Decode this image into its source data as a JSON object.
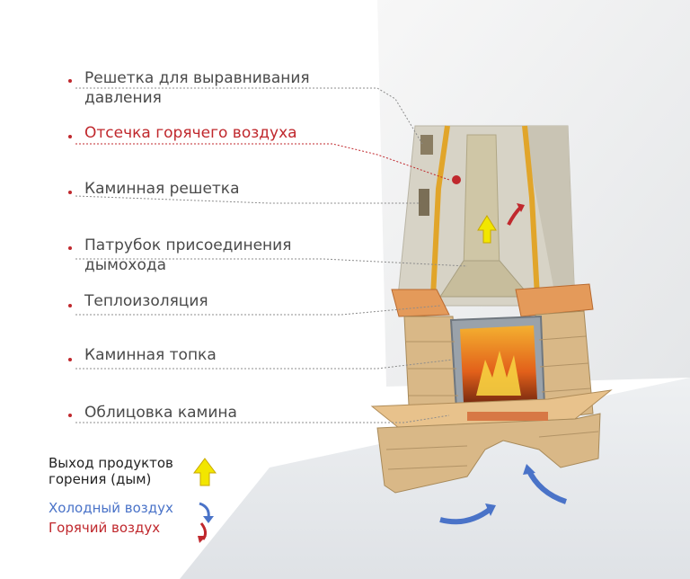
{
  "labels": [
    {
      "line1": "Решетка для выравнивания",
      "line2": "давления"
    },
    {
      "line1": "Отсечка горячего воздуха"
    },
    {
      "line1": "Каминная решетка"
    },
    {
      "line1": "Патрубок присоединения",
      "line2": "дымохода"
    },
    {
      "line1": "Теплоизоляция"
    },
    {
      "line1": "Каминная топка"
    },
    {
      "line1": "Облицовка камина"
    }
  ],
  "legend": {
    "smoke_line1": "Выход продуктов",
    "smoke_line2": "горения (дым)",
    "cold": "Холодный воздух",
    "hot": "Горячий воздух"
  },
  "colors": {
    "label_text": "#4a4a4a",
    "accent_red": "#c0282d",
    "cold_air": "#4a73c8",
    "hot_air": "#c0282d",
    "smoke": "#f2e600",
    "brick": "#e49a5a",
    "stone": "#d9b887",
    "insulation": "#e1a52a"
  }
}
